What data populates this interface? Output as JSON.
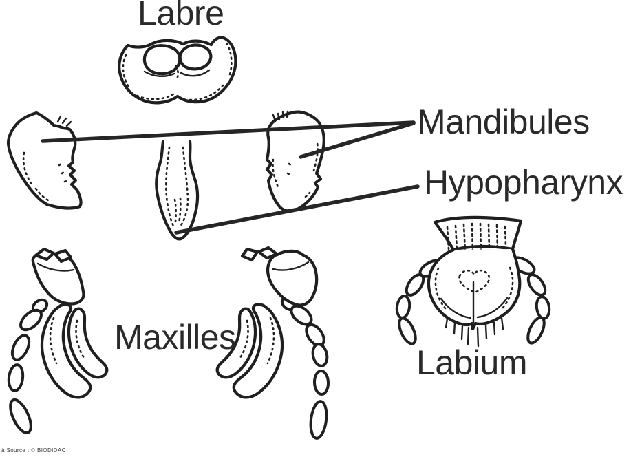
{
  "diagram": {
    "background_color": "#ffffff",
    "ink_color": "#1f1f1f",
    "labels": {
      "labre": "Labre",
      "mandibules": "Mandibules",
      "hypopharynx": "Hypopharynx",
      "maxilles": "Maxilles",
      "labium": "Labium"
    },
    "footer_credit": "à Source : © BIODIDAC"
  }
}
